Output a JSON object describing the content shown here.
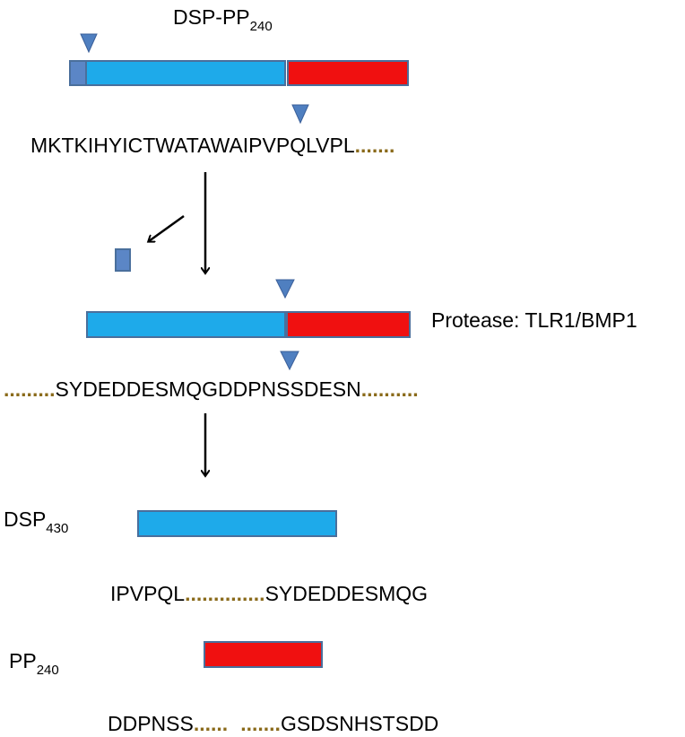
{
  "labels": {
    "dsp_pp": {
      "main": "DSP-PP",
      "sub": "240"
    },
    "dsp": {
      "main": "DSP",
      "sub": "430"
    },
    "pp": {
      "main": "PP",
      "sub": "240"
    },
    "protease": "Protease: TLR1/BMP1"
  },
  "sequences": {
    "precursor": {
      "seq": "MKTKIHYICTWATAWAIPVPQLVPL",
      "dots": "......."
    },
    "cleavage_site": {
      "lead_dots": ".........",
      "seq": "SYDEDDESMQGDDPNSSDESN",
      "trail_dots": ".........."
    },
    "dsp_termini": {
      "start": "IPVPQL",
      "dots": "..............",
      "end": "SYDEDDESMQG"
    },
    "pp_termini": {
      "start": "DDPNSS",
      "dots1": "......",
      "dots2": ".......",
      "end": "GSDSNHSTSDD"
    }
  },
  "colors": {
    "dsp_blue": "#1eaaea",
    "pp_red": "#f01010",
    "signal_peptide": "#5b86c6",
    "marker": "#4f7fc0",
    "dots": "#8a6a1a"
  },
  "icons": {
    "cleavage_marker": "down-triangle",
    "flow_arrow": "down-arrow",
    "release_arrow": "diagonal-arrow"
  }
}
